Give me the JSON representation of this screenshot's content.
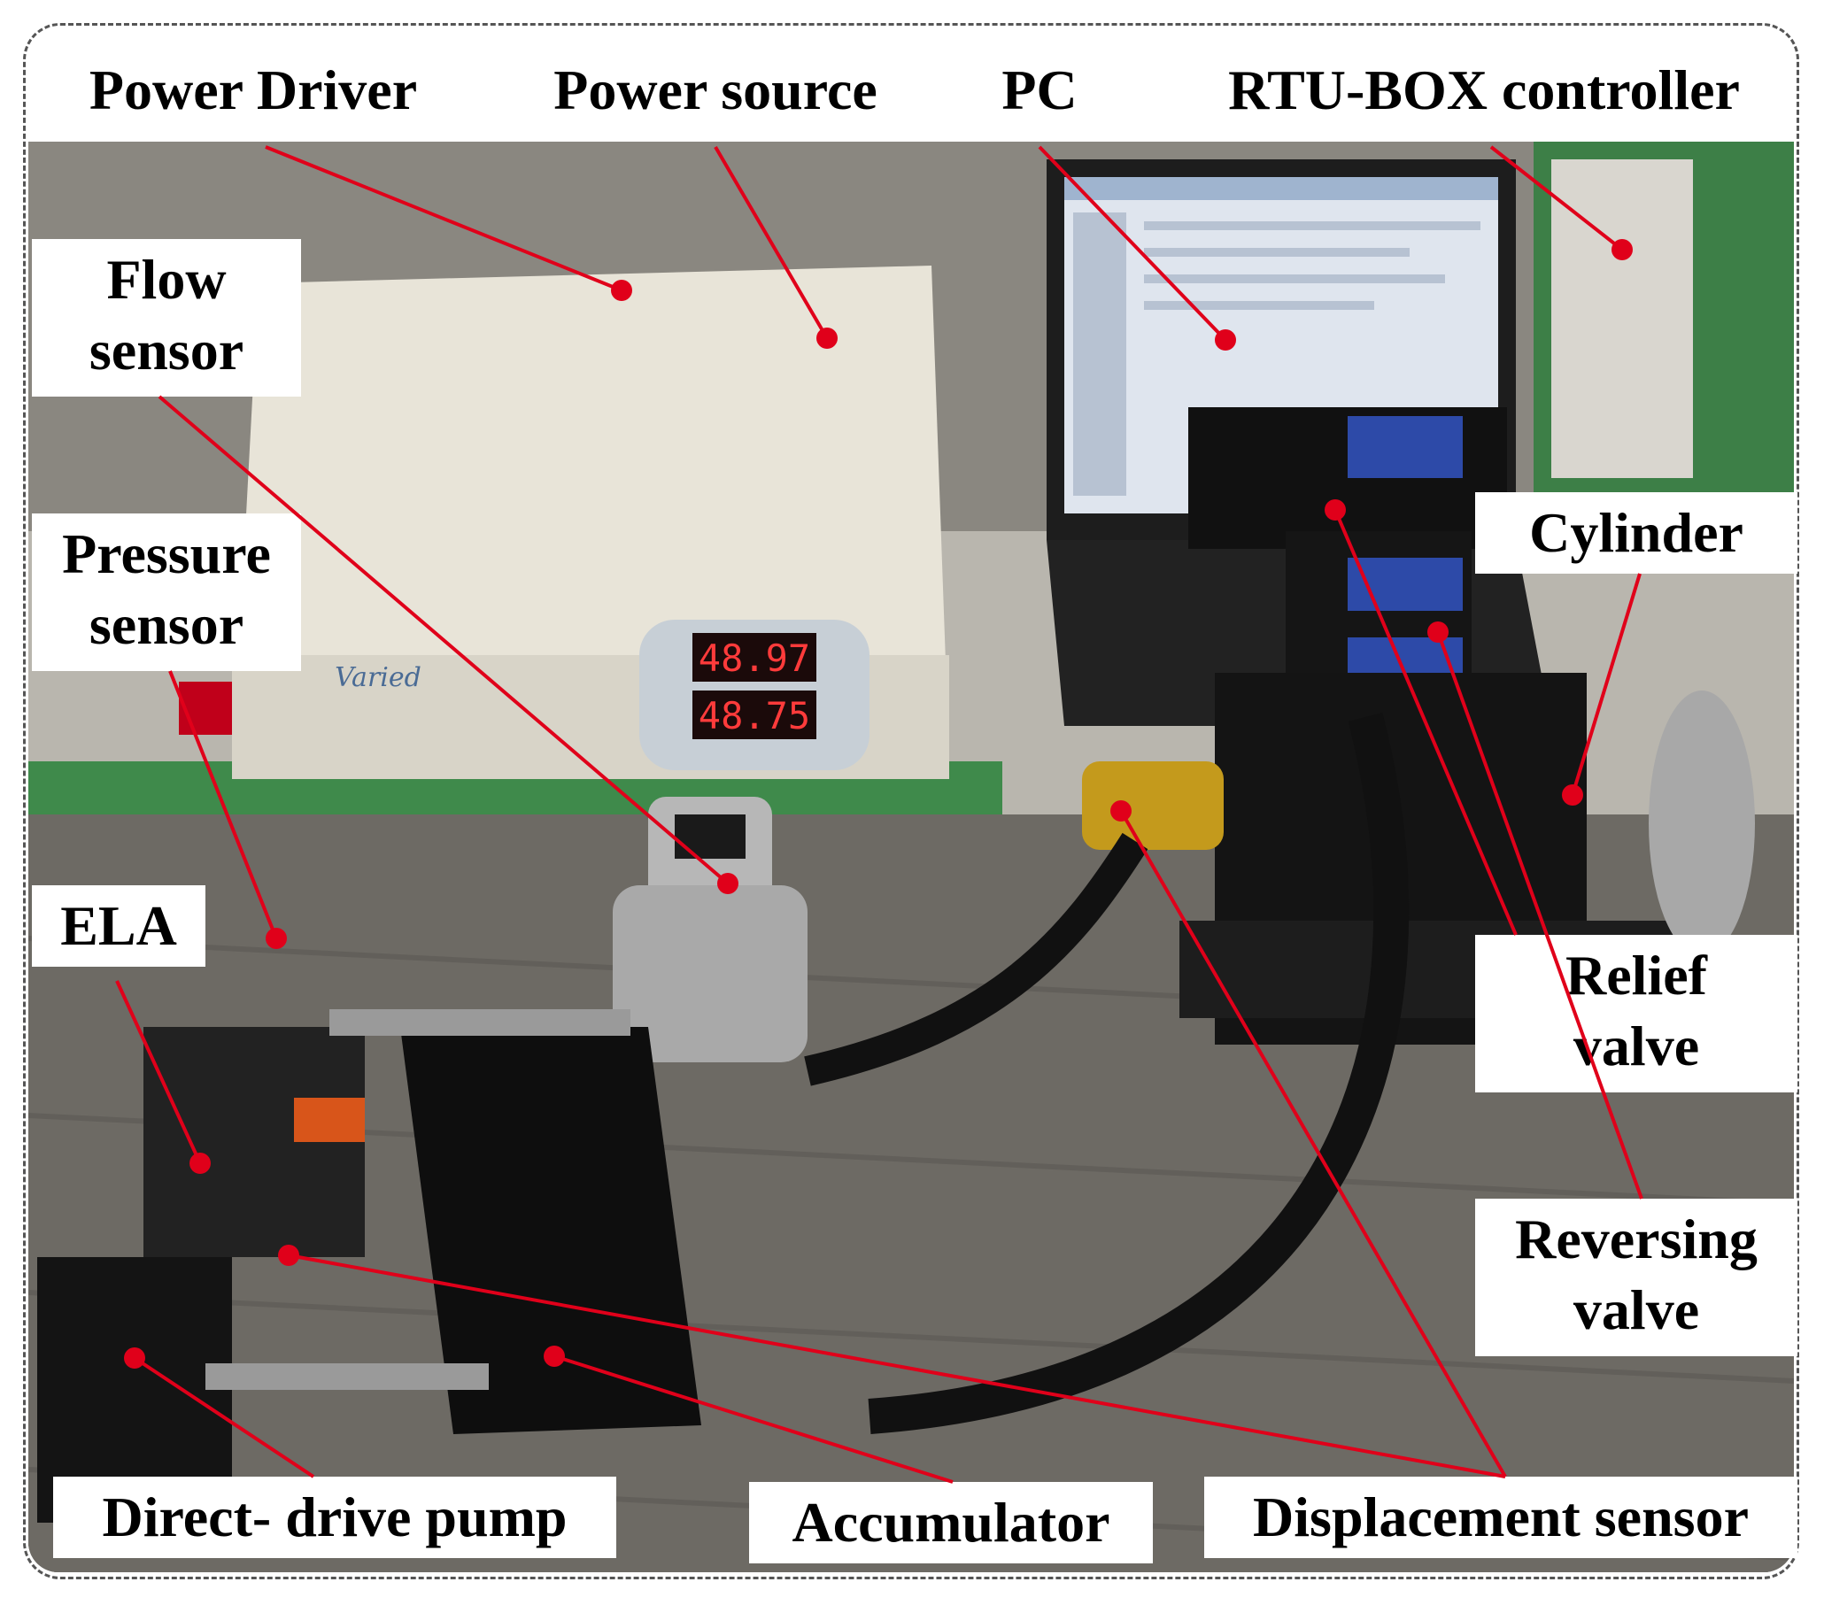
{
  "labels": {
    "power_driver": "Power Driver",
    "power_source": "Power source",
    "pc": "PC",
    "rtu_box": "RTU-BOX controller",
    "flow_sensor": [
      "Flow",
      "sensor"
    ],
    "pressure_sensor": [
      "Pressure",
      "sensor"
    ],
    "cylinder": "Cylinder",
    "ela": "ELA",
    "relief_valve": [
      "Relief",
      "valve"
    ],
    "reversing_valve": [
      "Reversing",
      "valve"
    ],
    "direct_drive_pump": "Direct- drive pump",
    "accumulator": "Accumulator",
    "displacement_sensor": "Displacement sensor"
  },
  "display_readings": {
    "top": "48.97",
    "bottom": "48.75"
  },
  "power_supply_brand": "Varied",
  "colors": {
    "leader": "#e0001a",
    "label_bg": "#ffffff",
    "frame": "#555555"
  }
}
